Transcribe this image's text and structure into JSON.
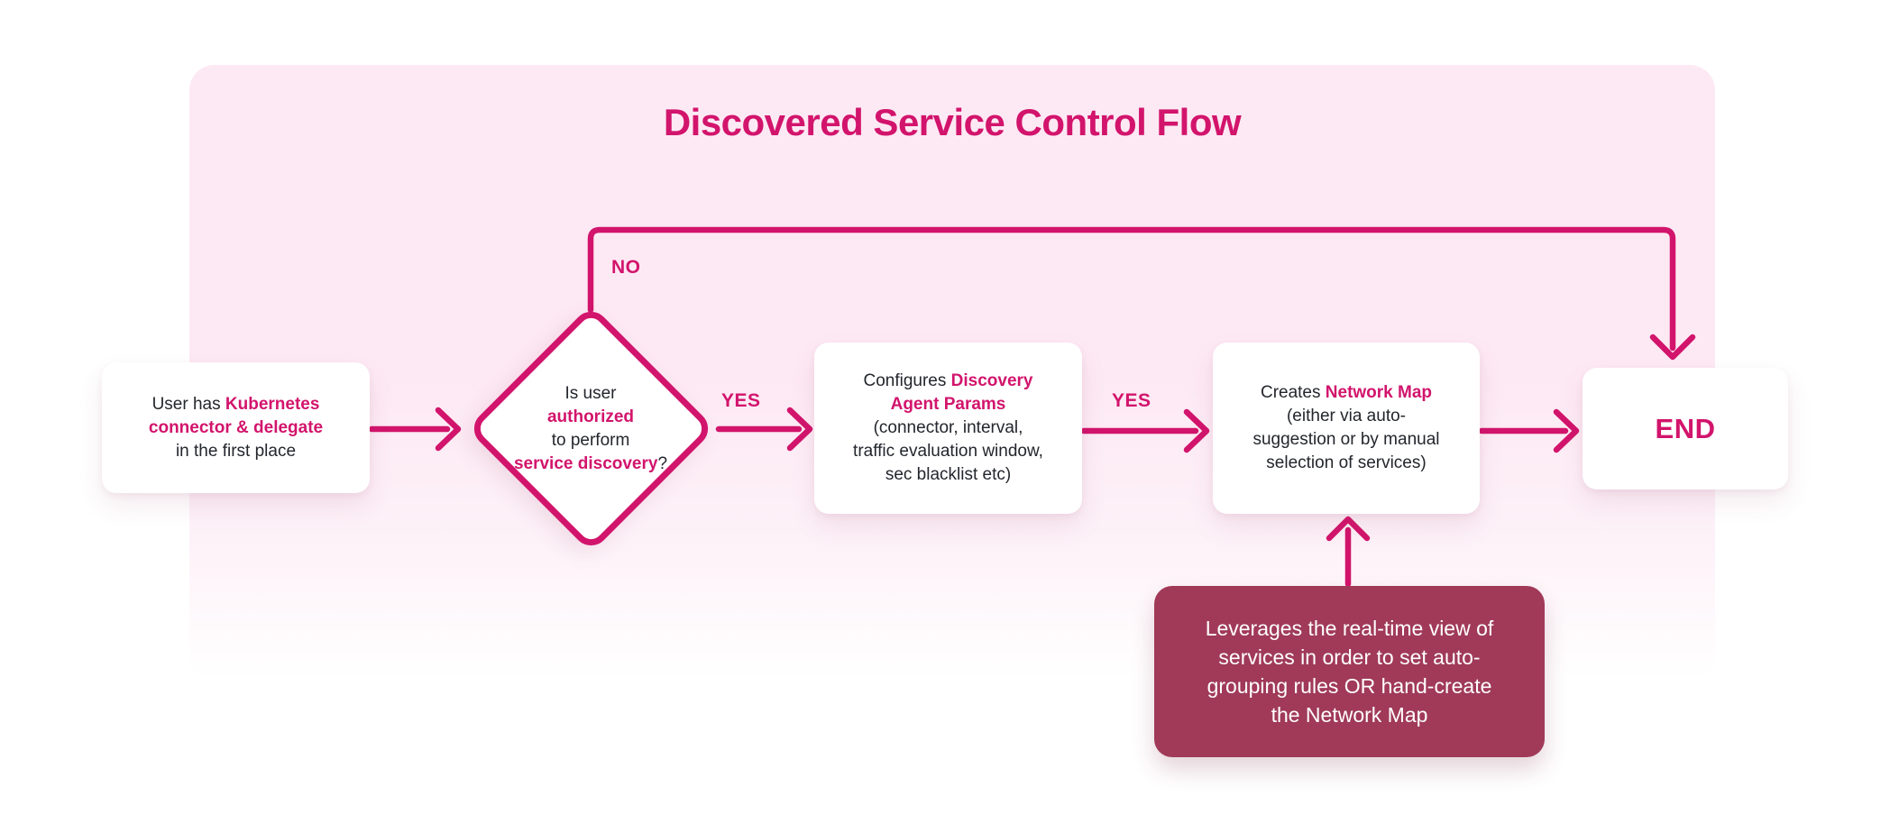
{
  "title": "Discovered Service Control Flow",
  "colors": {
    "accent_pink": "#d2146c",
    "panel_pink": "#fde9f4",
    "card_white": "#ffffff",
    "note_maroon": "#a03a58",
    "text_dark": "#23262c"
  },
  "labels": {
    "no": "NO",
    "yes1": "YES",
    "yes2": "YES"
  },
  "nodes": {
    "start": {
      "line1_a": "User has ",
      "line1_b": "Kubernetes",
      "line2": "connector & delegate",
      "line3": "in the first place"
    },
    "decision": {
      "line1": "Is user",
      "line2": "authorized",
      "line3": "to perform",
      "line4_a": "service discovery",
      "line4_b": "?"
    },
    "configure": {
      "line1_a": "Configures ",
      "line1_b": "Discovery",
      "line2": "Agent Params",
      "line3": "(connector, interval,",
      "line4": "traffic evaluation window,",
      "line5": "sec blacklist etc)"
    },
    "create_map": {
      "line1_a": "Creates ",
      "line1_b": "Network Map",
      "line2": "(either via auto-",
      "line3": "suggestion or by manual",
      "line4": "selection of services)"
    },
    "end": {
      "label": "END"
    },
    "note": {
      "line1": "Leverages the real-time view of",
      "line2": "services in order to set auto-",
      "line3": "grouping rules OR hand-create",
      "line4": "the Network Map"
    }
  }
}
